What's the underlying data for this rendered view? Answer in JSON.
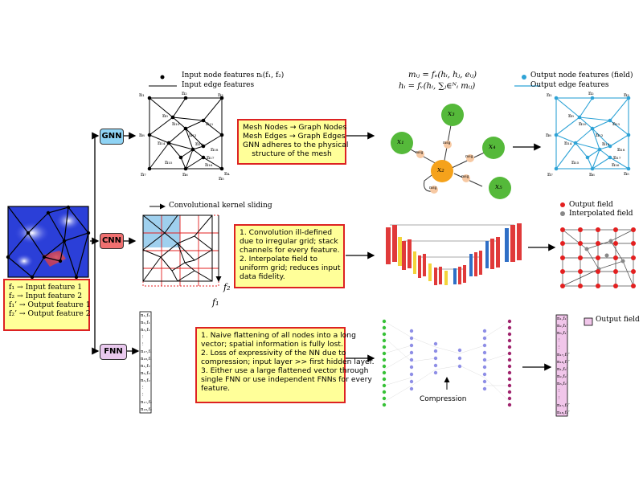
{
  "legend": {
    "f1": "f₁ → Input feature 1",
    "f2": "f₂ → Input feature 2",
    "f1p": "f₁’ → Output feature 1",
    "f2p": "f₂’ → Output feature 2"
  },
  "gnn": {
    "label": "GNN",
    "input_node_label": "Input node features  nᵢ(f₁, f₂)",
    "input_edge_label": "Input edge features",
    "box": [
      "Mesh Nodes → Graph Nodes",
      "Mesh Edges → Graph Edges",
      "GNN adheres to the physical",
      "structure of the mesh"
    ],
    "eq1": "mᵢⱼ = fₑ(hᵢ, hⱼ, eᵢⱼ)",
    "eq2": "hᵢ = fᵥ(hᵢ, ∑ⱼ∈ᴺᵢ mᵢⱼ)",
    "output_node_label": "Output node features (field)",
    "output_edge_label": "Output edge features",
    "graph_nodes": [
      "x₁",
      "x₂",
      "x₃",
      "x₄",
      "x₅"
    ],
    "msg_label": "msg",
    "mesh_labels": [
      "n₁",
      "n₂",
      "n₃",
      "n₄",
      "n₅",
      "n₆",
      "n₇",
      "n₈",
      "n₉",
      "n₁₀",
      "n₁₁",
      "n₁₂",
      "n₁₃",
      "n₁₄",
      "n₁₅",
      "n₁₆",
      "n₁₇",
      "n₁₈"
    ]
  },
  "cnn": {
    "label": "CNN",
    "kernel_label": "Convolutional kernel sliding",
    "box": [
      "1. Convolution ill-defined",
      "due to irregular grid; stack",
      "channels for every feature.",
      "2. Interpolate field to",
      "uniform grid; reduces input",
      "data fidelity."
    ],
    "axis_f1": "f₁",
    "axis_f2": "f₂",
    "output_field": "Output field",
    "interpolated_field": "Interpolated field"
  },
  "fnn": {
    "label": "FNN",
    "input_vector": [
      "n₁,f₁",
      "n₂,f₁",
      "n₃,f₁",
      "⋮",
      "⋮",
      "n₁₇,f₁",
      "n₁₈,f₁",
      "n₁,f₂",
      "n₂,f₂",
      "n₃,f₂",
      "⋮",
      "⋮",
      "n₁₇,f₂",
      "n₁₈,f₂"
    ],
    "box": [
      "1. Naive flattening of all nodes into a long",
      "vector; spatial information is fully lost.",
      "2. Loss of expressivity of the NN due to",
      "compression; input layer >> first hidden layer.",
      "3. Either use a large flattened vector through",
      "single FNN or use independent FNNs for every",
      "feature."
    ],
    "compression": "Compression",
    "output_vector": [
      "n₁,f₁’",
      "n₂,f₁’",
      "n₃,f₁’",
      "⋮",
      "⋮",
      "n₁₇,f₁’",
      "n₁₈,f₁’",
      "n₁,f₂’",
      "n₂,f₂’",
      "n₃,f₂’",
      "⋮",
      "⋮",
      "n₁₇,f₂’",
      "n₁₈,f₂’"
    ],
    "output_field": "Output field"
  },
  "colors": {
    "box_fill": "#ffff99",
    "box_border": "#dd2222",
    "gnn_pill": "#8fd3f4",
    "cnn_pill": "#f07070",
    "fnn_pill": "#e9c9ee",
    "graph_green": "#55b93a",
    "graph_orange": "#f5a21b",
    "msg": "#f7c9a3",
    "mesh_blue": "#2fa3d6",
    "grid_red": "#e32020"
  }
}
